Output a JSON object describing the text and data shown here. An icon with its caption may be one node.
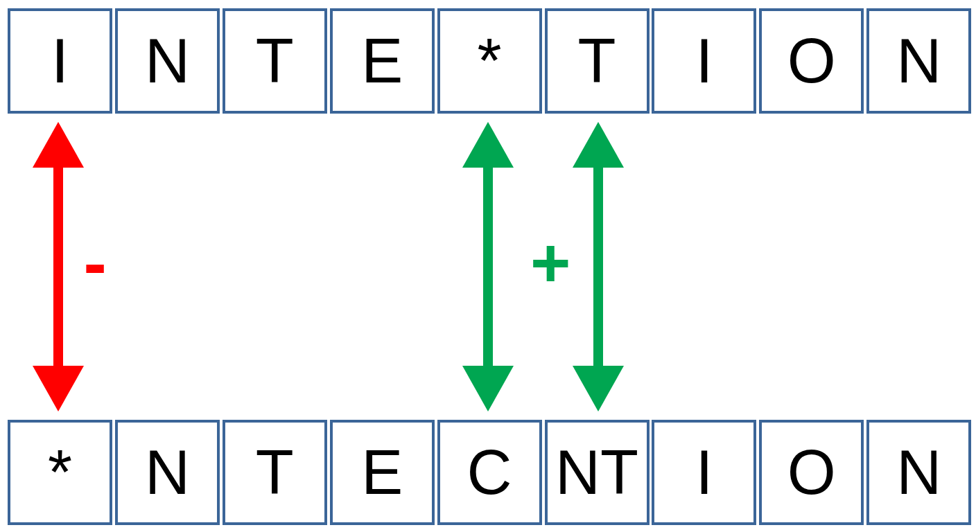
{
  "diagram": {
    "nodes": [
      {
        "text": [
          "I"
        ]
      },
      {
        "text": [
          "N"
        ]
      },
      {
        "text": [
          "T"
        ]
      },
      {
        "text": [
          "E"
        ]
      },
      {
        "text": [
          "*"
        ]
      },
      {
        "text": [
          "T"
        ]
      },
      {
        "text": [
          "I"
        ]
      },
      {
        "text": [
          "O"
        ]
      },
      {
        "text": [
          "N"
        ]
      },
      {
        "text": [
          "*"
        ]
      },
      {
        "text": [
          "N"
        ]
      },
      {
        "text": [
          "T"
        ]
      },
      {
        "text": [
          "E"
        ]
      },
      {
        "text": [
          "C"
        ]
      },
      {
        "text": [
          "NT"
        ]
      },
      {
        "text": [
          "I"
        ]
      },
      {
        "text": [
          "O"
        ]
      },
      {
        "text": [
          "N"
        ]
      }
    ],
    "edges": [
      {
        "from": 0,
        "to": 9,
        "arrow": "both",
        "label": "-",
        "color": "#ff0000"
      },
      {
        "from": 4,
        "to": 13,
        "arrow": "both",
        "label": "+"
      },
      {
        "from": 5,
        "to": 14,
        "arrow": "both"
      }
    ]
  }
}
